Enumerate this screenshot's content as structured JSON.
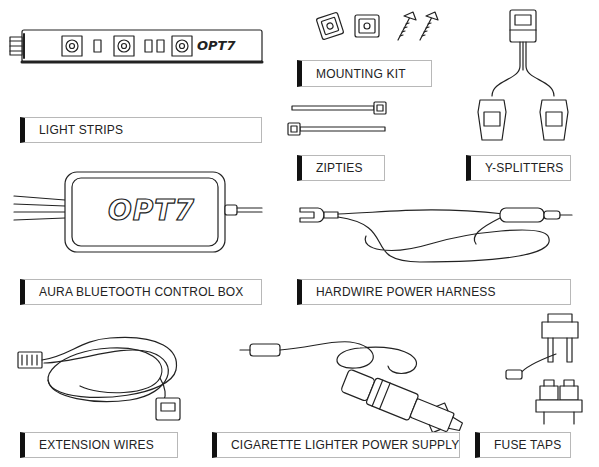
{
  "diagram": {
    "nodes": [
      {
        "text": [
          "LIGHT STRIPS"
        ]
      },
      {
        "text": [
          "MOUNTING KIT"
        ]
      },
      {
        "text": [
          "ZIPTIES"
        ]
      },
      {
        "text": [
          "Y-SPLITTERS"
        ]
      },
      {
        "text": [
          "AURA BLUETOOTH CONTROL BOX"
        ]
      },
      {
        "text": [
          "HARDWIRE POWER HARNESS"
        ]
      },
      {
        "text": [
          "EXTENSION WIRES"
        ]
      },
      {
        "text": [
          "CIGARETTE LIGHTER POWER SUPPLY"
        ]
      },
      {
        "text": [
          "FUSE TAPS"
        ]
      }
    ],
    "labels": [
      "OPT7",
      "OPT7"
    ]
  }
}
